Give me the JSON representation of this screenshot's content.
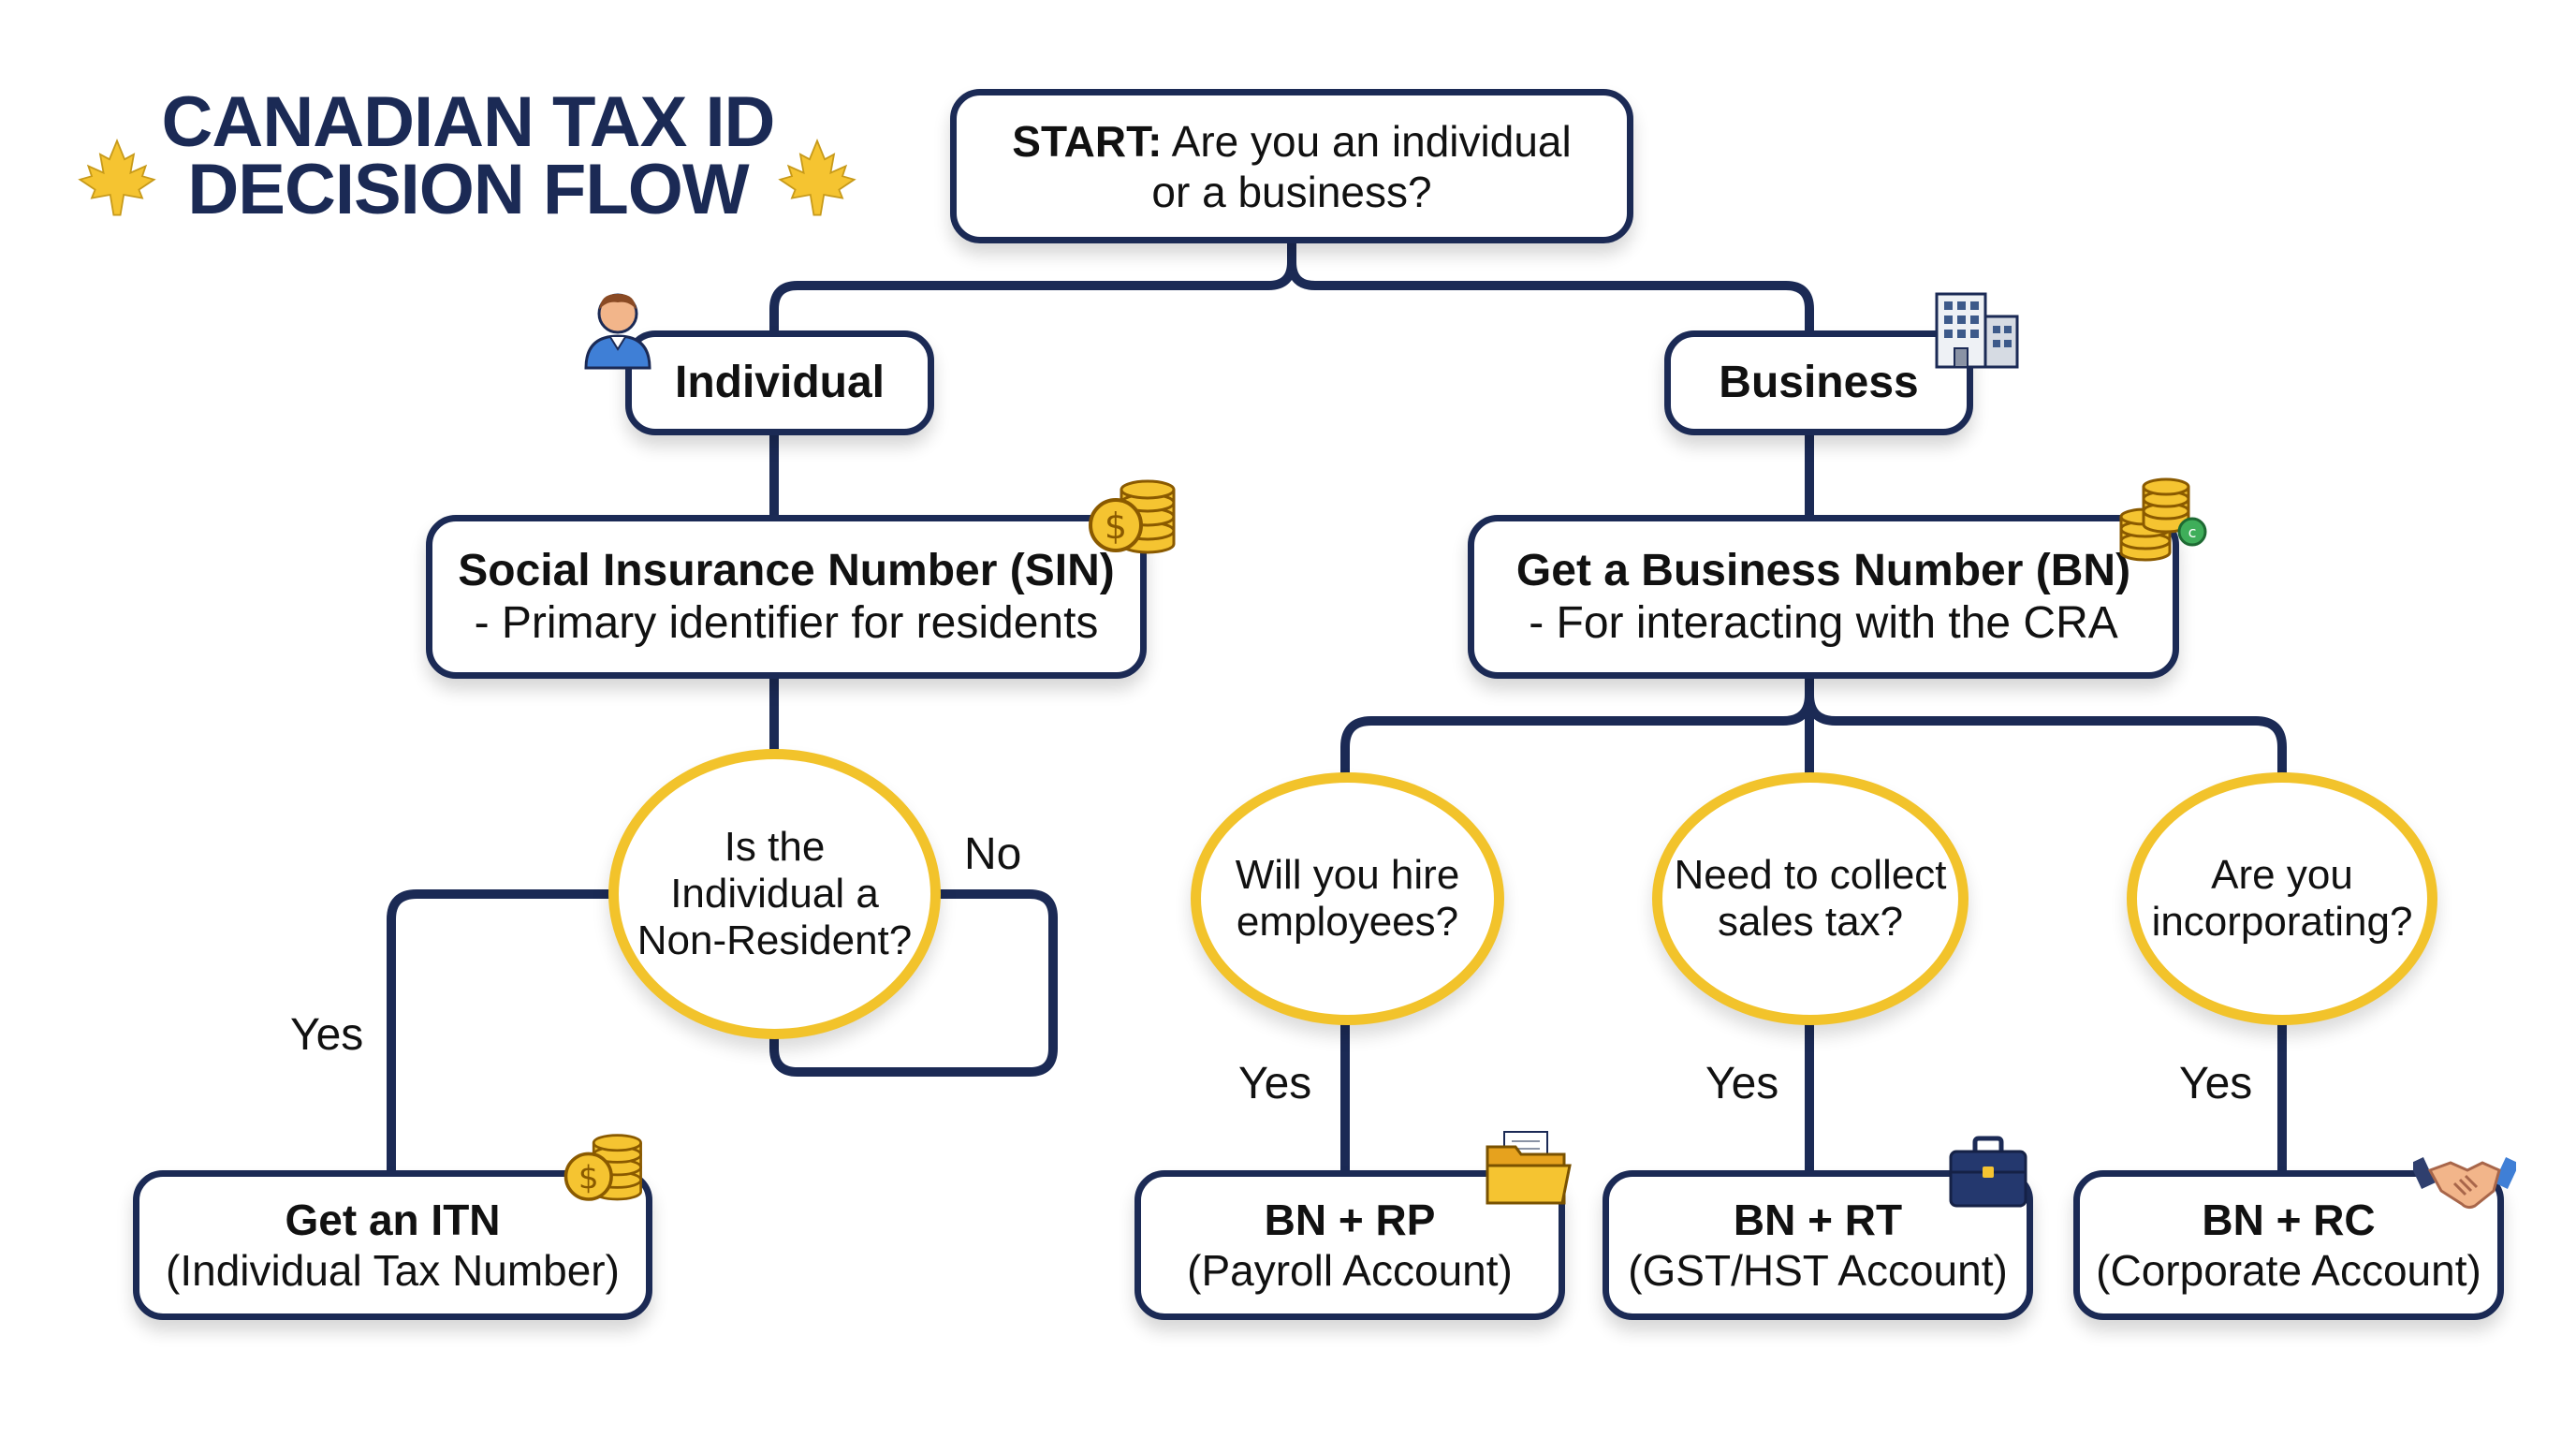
{
  "title": {
    "line1": "CANADIAN TAX ID",
    "line2": "DECISION FLOW"
  },
  "colors": {
    "navy": "#1b2a55",
    "gold": "#f2c32b",
    "maple": "#f5c431",
    "white": "#ffffff"
  },
  "icons": {
    "title_left": "maple-leaf-icon",
    "title_right": "maple-leaf-icon",
    "individual": "person-icon",
    "business": "office-building-icon",
    "sin": "coin-stack-dollar-icon",
    "bn": "coin-stack-icon",
    "itn": "coin-stack-dollar-icon",
    "rp": "folder-icon",
    "rt": "briefcase-icon",
    "rc": "handshake-icon"
  },
  "nodes": {
    "start": {
      "bold": "START:",
      "text_line1": " Are you an individual",
      "text_line2": "or a business?"
    },
    "individual": {
      "label": "Individual"
    },
    "business": {
      "label": "Business"
    },
    "sin": {
      "line1": "Social Insurance Number (SIN)",
      "line2": "- Primary identifier for residents"
    },
    "bn": {
      "line1": "Get a Business Number (BN)",
      "line2": "- For interacting with the CRA"
    },
    "nonresident": {
      "line1": "Is the",
      "line2": "Individual a",
      "line3": "Non-Resident?"
    },
    "employees": {
      "line1": "Will you hire",
      "line2": "employees?"
    },
    "salestax": {
      "line1": "Need to collect",
      "line2": "sales tax?"
    },
    "incorporating": {
      "line1": "Are you",
      "line2": "incorporating?"
    },
    "itn": {
      "line1": "Get an ITN",
      "line2": "(Individual Tax Number)"
    },
    "rp": {
      "line1": "BN + RP",
      "line2": "(Payroll Account)"
    },
    "rt": {
      "line1": "BN + RT",
      "line2": "(GST/HST Account)"
    },
    "rc": {
      "line1": "BN + RC",
      "line2": "(Corporate Account)"
    }
  },
  "edge_labels": {
    "no": "No",
    "yes_itn": "Yes",
    "yes_rp": "Yes",
    "yes_rt": "Yes",
    "yes_rc": "Yes"
  }
}
